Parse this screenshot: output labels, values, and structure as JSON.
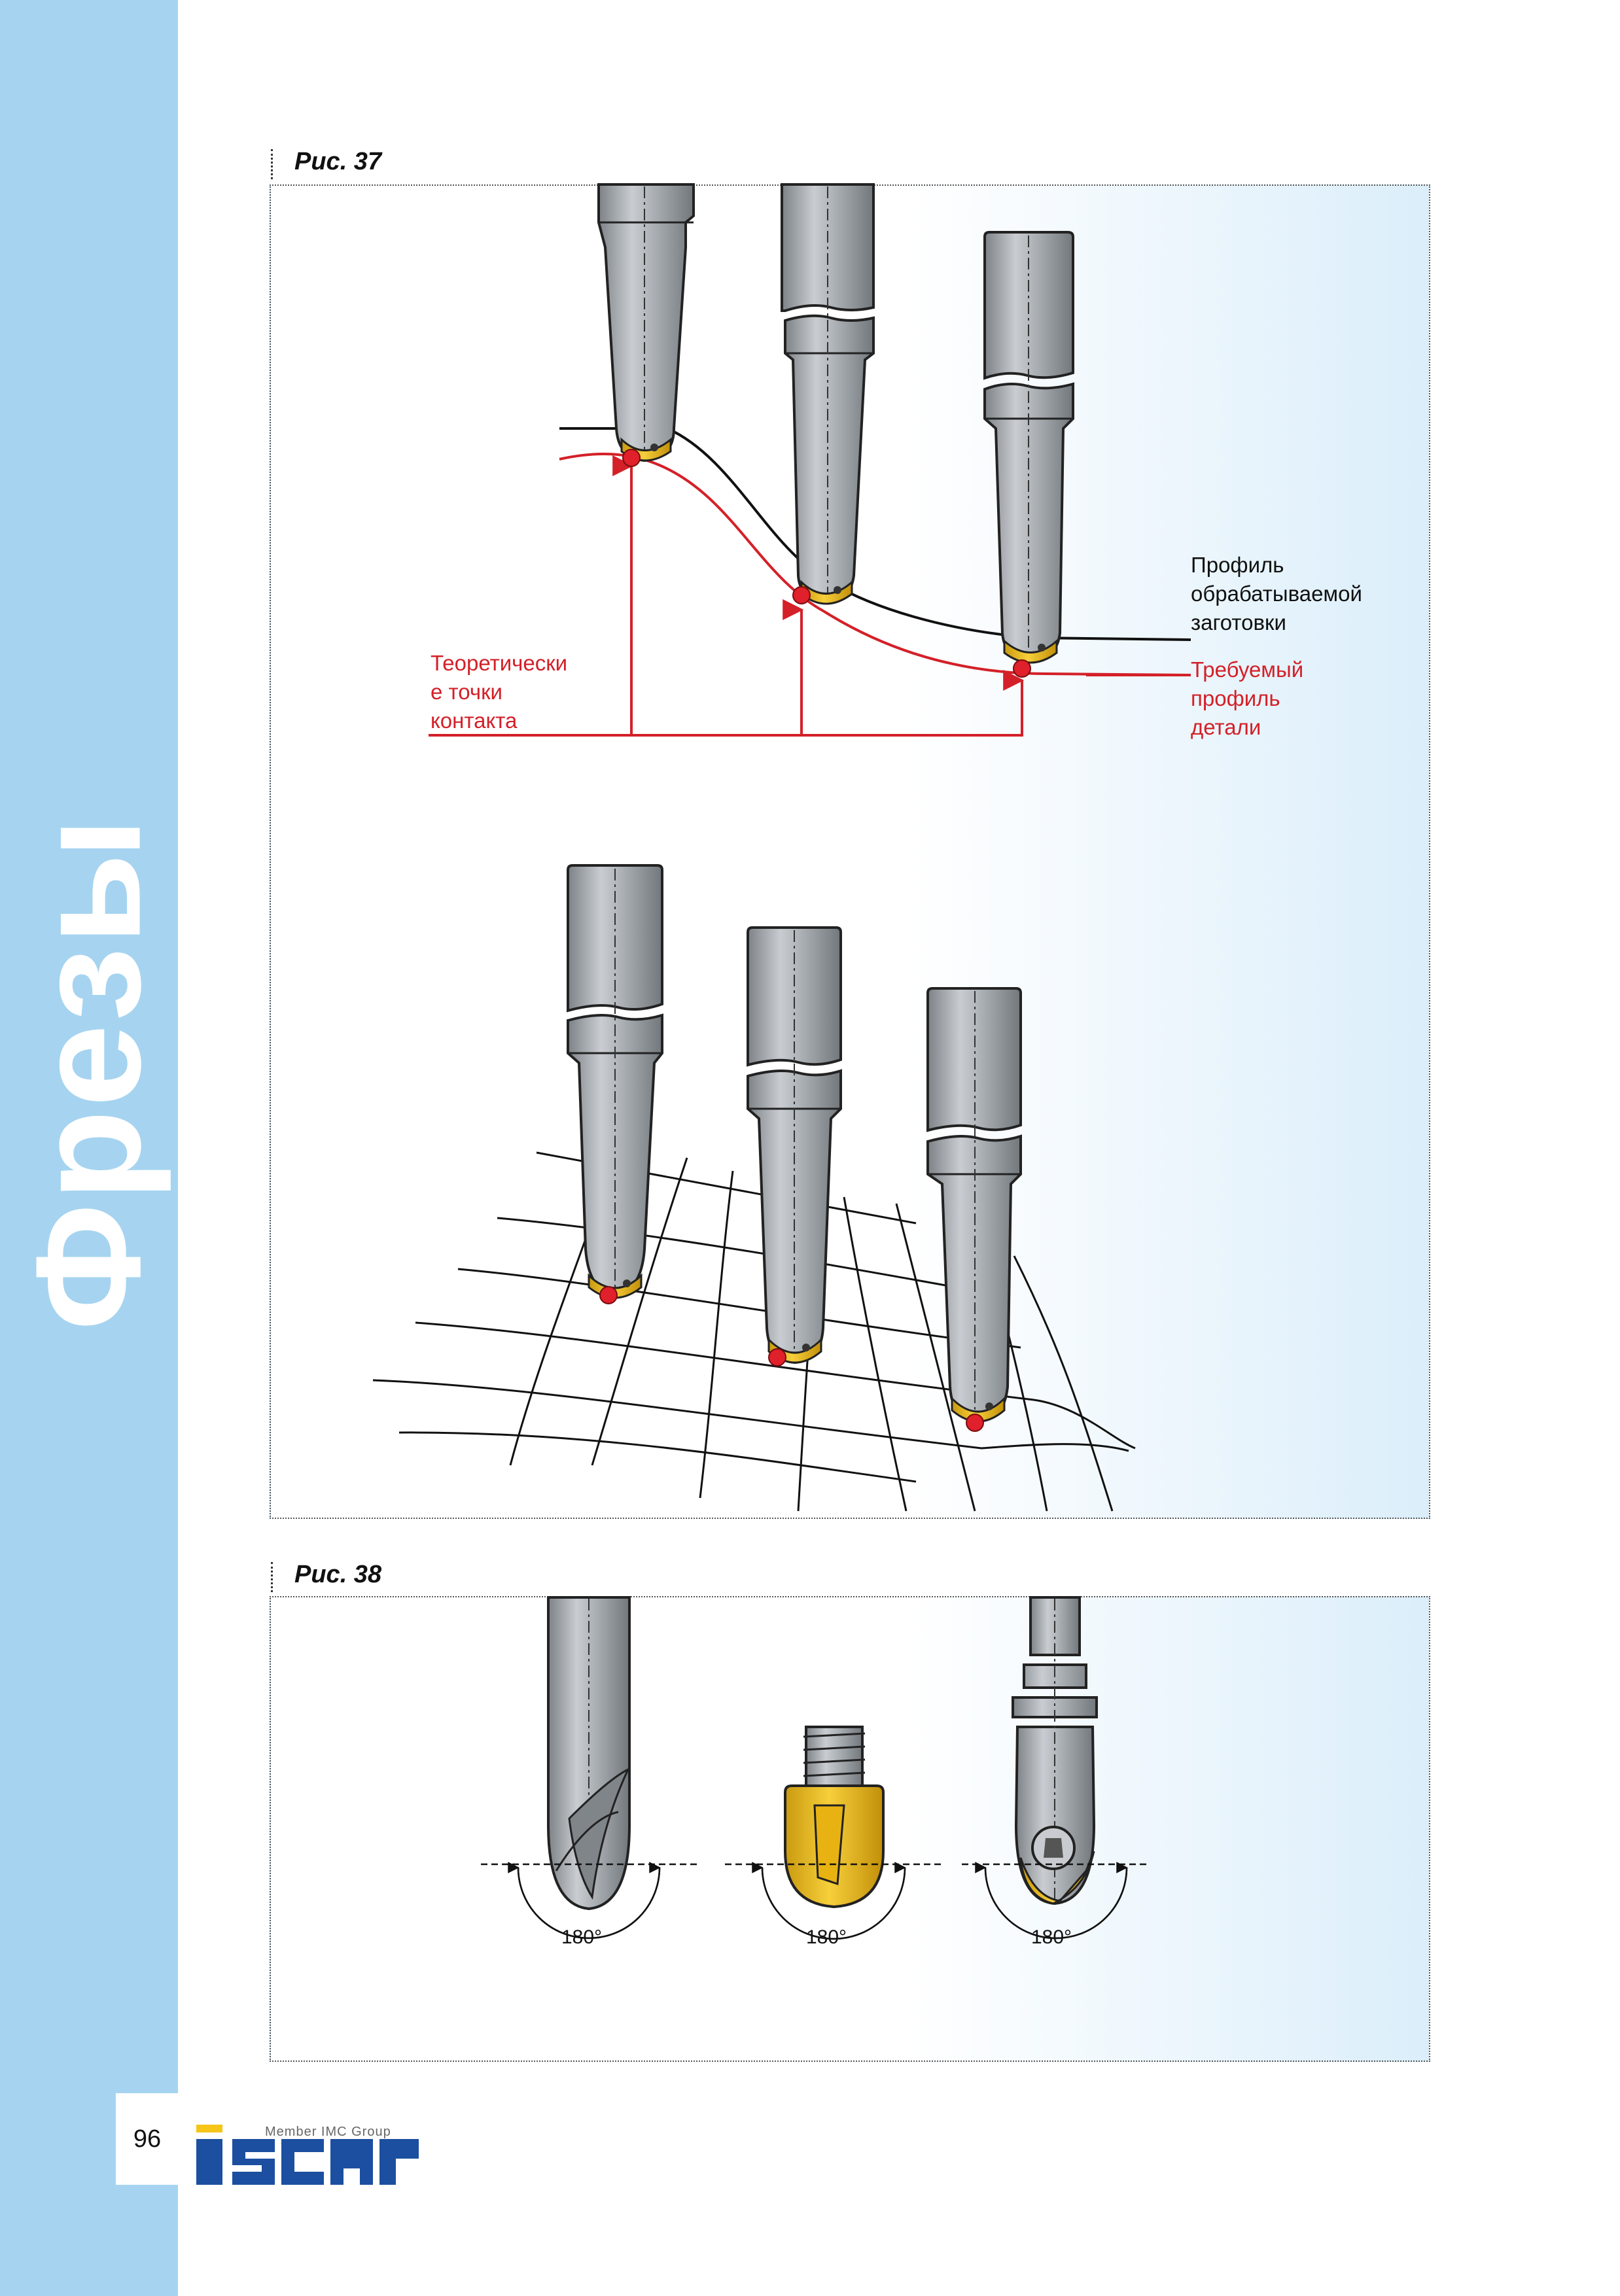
{
  "sidebar": {
    "title": "Фрезы"
  },
  "page_number": "96",
  "logo": {
    "member_text": "Member IMC Group",
    "brand": "iscar"
  },
  "fig37": {
    "label": "Рис. 37",
    "label_theoretical": [
      "Теоретически",
      "е точки",
      "контакта"
    ],
    "label_workpiece": [
      "Профиль",
      "обрабатываемой",
      "заготовки"
    ],
    "label_required": [
      "Требуемый",
      "профиль",
      "детали"
    ]
  },
  "fig38": {
    "label": "Рис. 38",
    "angles": [
      "180°",
      "180°",
      "180°"
    ]
  },
  "colors": {
    "sidebar": "#a6d4f0",
    "accent_red": "#d42028",
    "insert_yellow": "#f5c518",
    "tool_grey": "#9ea3a8",
    "logo_blue": "#1c4fa0"
  }
}
